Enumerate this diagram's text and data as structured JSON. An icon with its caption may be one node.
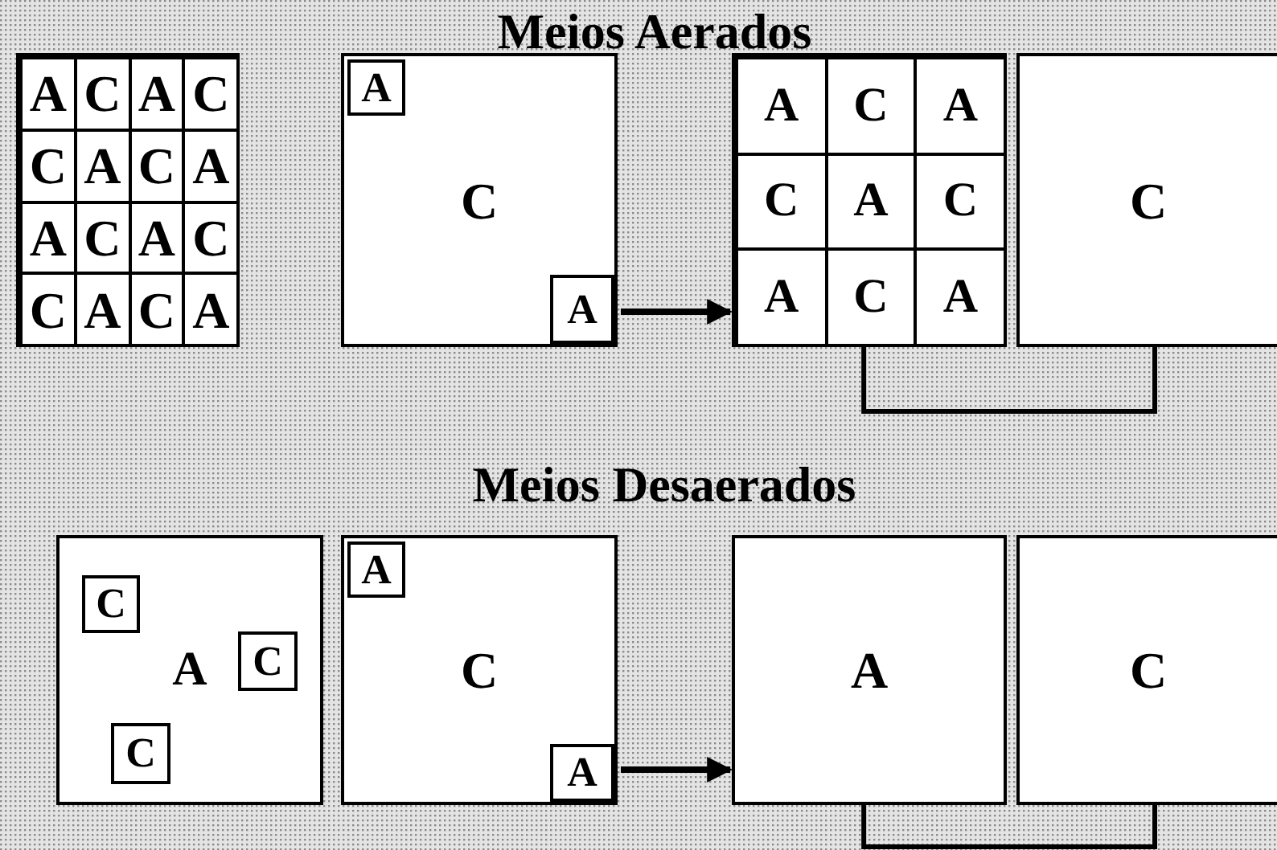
{
  "diagram": {
    "title": "Meios Aerados",
    "nodes": [
      {
        "text": [],
        "shape": "box"
      },
      {
        "text": [
          "A"
        ],
        "in": 0
      },
      {
        "text": [
          "C"
        ],
        "in": 0
      },
      {
        "text": [
          "A"
        ],
        "in": 0
      },
      {
        "text": [
          "C"
        ],
        "in": 0
      },
      {
        "text": [
          "C"
        ],
        "in": 0
      },
      {
        "text": [
          "A"
        ],
        "in": 0
      },
      {
        "text": [
          "C"
        ],
        "in": 0
      },
      {
        "text": [
          "A"
        ],
        "in": 0
      },
      {
        "text": [
          "A"
        ],
        "in": 0
      },
      {
        "text": [
          "C"
        ],
        "in": 0
      },
      {
        "text": [
          "A"
        ],
        "in": 0
      },
      {
        "text": [
          "C"
        ],
        "in": 0
      },
      {
        "text": [
          "C"
        ],
        "in": 0
      },
      {
        "text": [
          "A"
        ],
        "in": 0
      },
      {
        "text": [
          "C"
        ],
        "in": 0
      },
      {
        "text": [
          "A"
        ],
        "in": 0
      },
      {
        "text": [
          "C"
        ]
      },
      {
        "text": [
          "A"
        ],
        "in": 17
      },
      {
        "text": [
          "A"
        ],
        "in": 17
      },
      {
        "text": [],
        "shape": "box"
      },
      {
        "text": [
          "A"
        ],
        "in": 20
      },
      {
        "text": [
          "C"
        ],
        "in": 20
      },
      {
        "text": [
          "A"
        ],
        "in": 20
      },
      {
        "text": [
          "C"
        ],
        "in": 20
      },
      {
        "text": [
          "A"
        ],
        "in": 20
      },
      {
        "text": [
          "C"
        ],
        "in": 20
      },
      {
        "text": [
          "A"
        ],
        "in": 20
      },
      {
        "text": [
          "C"
        ],
        "in": 20
      },
      {
        "text": [
          "A"
        ],
        "in": 20
      },
      {
        "text": [
          "C"
        ]
      },
      {
        "text": [
          "A"
        ]
      },
      {
        "text": [
          "C"
        ],
        "in": 31
      },
      {
        "text": [
          "C"
        ],
        "in": 31
      },
      {
        "text": [
          "C"
        ],
        "in": 31
      },
      {
        "text": [
          "C"
        ]
      },
      {
        "text": [
          "A"
        ],
        "in": 35
      },
      {
        "text": [
          "A"
        ],
        "in": 35
      },
      {
        "text": [
          "A"
        ]
      },
      {
        "text": [
          "C"
        ]
      }
    ],
    "edges": [
      {
        "from": 17,
        "to": 20,
        "arrow": "to"
      },
      {
        "from": 20,
        "to": 30,
        "arrow": "none"
      },
      {
        "from": 35,
        "to": 38,
        "arrow": "to"
      },
      {
        "from": 38,
        "to": 39,
        "arrow": "none"
      }
    ],
    "labels": [
      "Meios Desaerados"
    ]
  }
}
